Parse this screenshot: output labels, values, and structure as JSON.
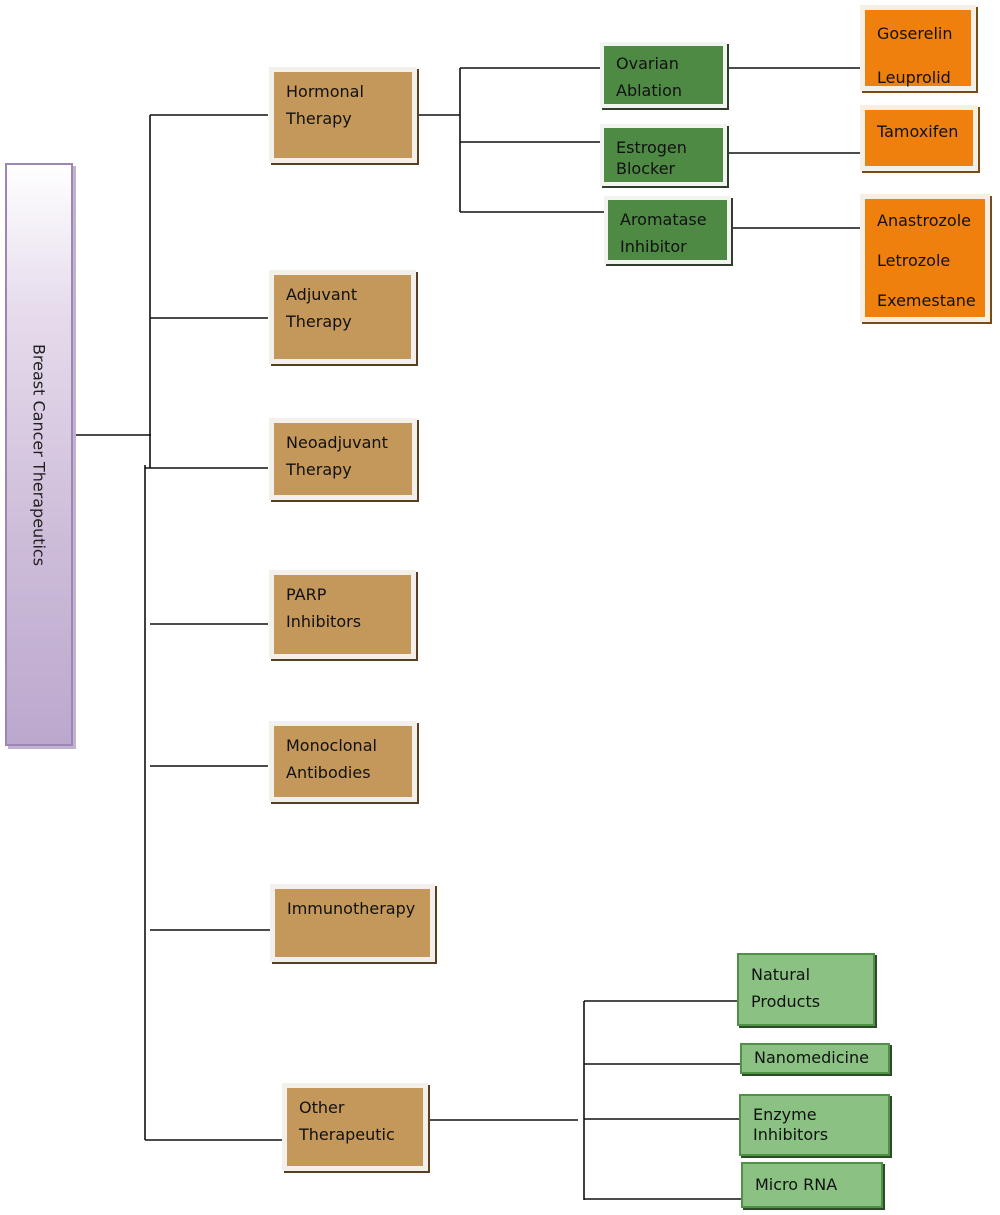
{
  "root": {
    "label": "Breast Cancer Therapeutics"
  },
  "categories": {
    "hormonal": [
      "Hormonal",
      "Therapy"
    ],
    "adjuvant": [
      "Adjuvant",
      "Therapy"
    ],
    "neoadjuvant": [
      "Neoadjuvant",
      "Therapy"
    ],
    "parp": [
      "PARP",
      "Inhibitors"
    ],
    "monoclonal": [
      "Monoclonal",
      "Antibodies"
    ],
    "immunotherapy": [
      "Immunotherapy"
    ],
    "other": [
      "Other",
      "Therapeutic"
    ]
  },
  "hormonal_branches": {
    "ovarian": [
      "Ovarian",
      "Ablation"
    ],
    "estrogen": [
      "Estrogen",
      "Blocker"
    ],
    "aromatase": [
      "Aromatase",
      "Inhibitor"
    ]
  },
  "drugs": {
    "ovarian": [
      "Goserelin",
      "Leuprolid"
    ],
    "estrogen": [
      "Tamoxifen"
    ],
    "aromatase": [
      "Anastrozole",
      "Letrozole",
      "Exemestane"
    ]
  },
  "other_branches": {
    "natural": [
      "Natural",
      "Products"
    ],
    "nano": [
      "Nanomedicine"
    ],
    "enzyme": [
      "Enzyme",
      "Inhibitors"
    ],
    "mirna": [
      "Micro RNA"
    ]
  },
  "colors": {
    "category": "#c4975a",
    "branch": "#4e8a44",
    "drug": "#f0800e",
    "other_branch": "#8bc283",
    "root_border": "#9b86b6"
  }
}
